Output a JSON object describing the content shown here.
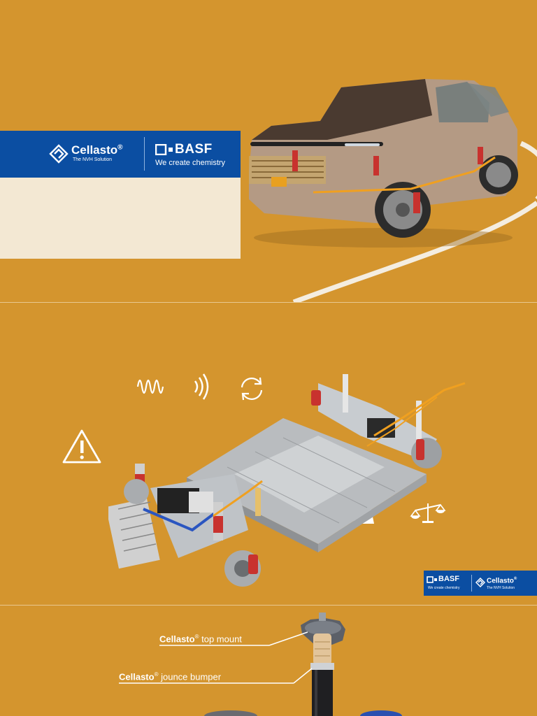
{
  "colors": {
    "background": "#d4952e",
    "basf_blue": "#0b4ea2",
    "cream": "#f3e8d3",
    "suspension_red": "#c8322e",
    "cable_orange": "#f0a020"
  },
  "hero": {
    "cellasto_brand": "Cellasto",
    "cellasto_reg": "®",
    "cellasto_tagline": "The NVH Solution",
    "basf_brand": "BASF",
    "basf_tagline": "We create chemistry"
  },
  "chassis_section": {
    "icons": [
      "vibration-icon",
      "sound-wave-icon",
      "rotation-icon",
      "warning-icon",
      "weight-icon",
      "balance-scale-icon"
    ],
    "badge": {
      "basf_brand": "BASF",
      "basf_tagline": "We create chemistry",
      "cellasto_brand": "Cellasto",
      "cellasto_reg": "®",
      "cellasto_tagline": "The NVH Solution"
    }
  },
  "strut_section": {
    "callouts": [
      {
        "brand": "Cellasto",
        "reg": "®",
        "label": " top mount"
      },
      {
        "brand": "Cellasto",
        "reg": "®",
        "label": " jounce bumper"
      }
    ]
  }
}
